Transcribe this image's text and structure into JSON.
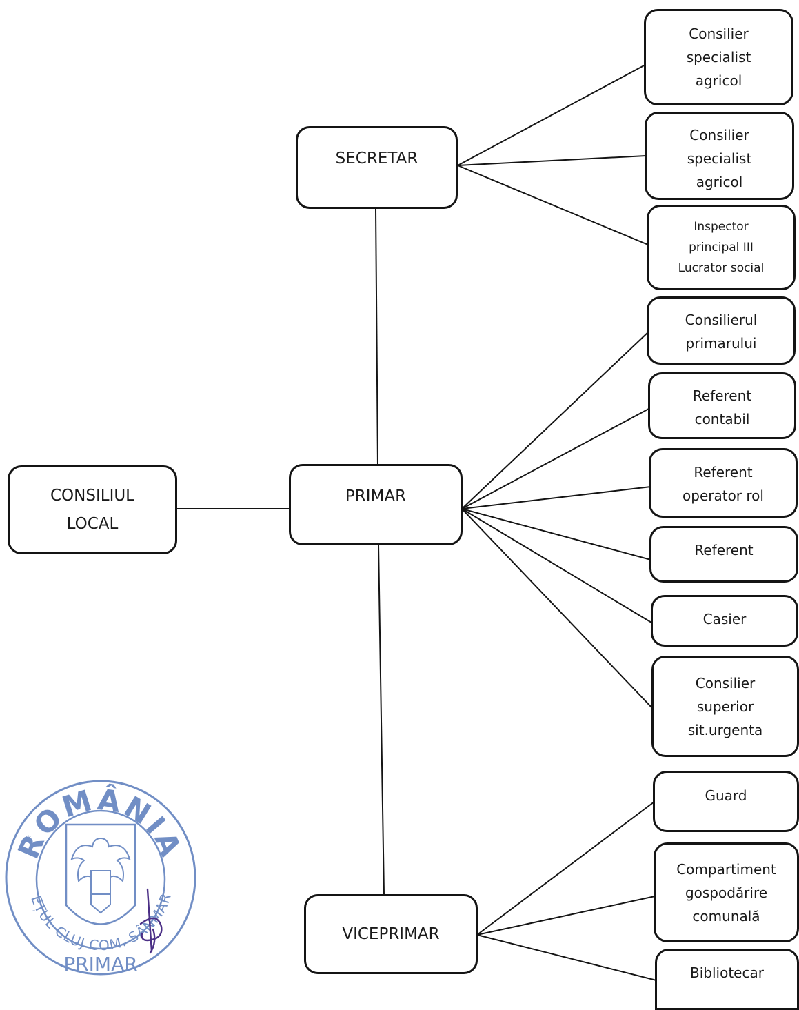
{
  "nodes": {
    "consiliul_local": [
      "CONSILIUL",
      "LOCAL"
    ],
    "secretar": [
      "SECRETAR"
    ],
    "primar": [
      "PRIMAR"
    ],
    "viceprimar": [
      "VICEPRIMAR"
    ],
    "secretar_staff": [
      [
        "Consilier",
        "specialist",
        "agricol"
      ],
      [
        "Consilier",
        "specialist",
        "agricol"
      ],
      [
        "Inspector",
        "principal III",
        "Lucrator social"
      ]
    ],
    "primar_staff": [
      [
        "Consilierul",
        "primarului"
      ],
      [
        "Referent",
        "contabil"
      ],
      [
        "Referent",
        "operator rol"
      ],
      [
        "Referent"
      ],
      [
        "Casier"
      ],
      [
        "Consilier",
        "superior",
        "sit.urgenta"
      ]
    ],
    "viceprimar_staff": [
      [
        "Guard"
      ],
      [
        "Compartiment",
        "gospodărire",
        "comunală"
      ],
      [
        "Bibliotecar"
      ]
    ]
  },
  "stamp": {
    "top_text": "ROMÂNIA",
    "ring_text": "JUDEȚUL CLUJ COM. SÂNMARTIN",
    "bottom_text": "PRIMAR"
  },
  "colors": {
    "box_border": "#141414",
    "connector": "#141414",
    "stamp_ink": "#4a6fb5",
    "signature_ink": "#4b2f86"
  }
}
